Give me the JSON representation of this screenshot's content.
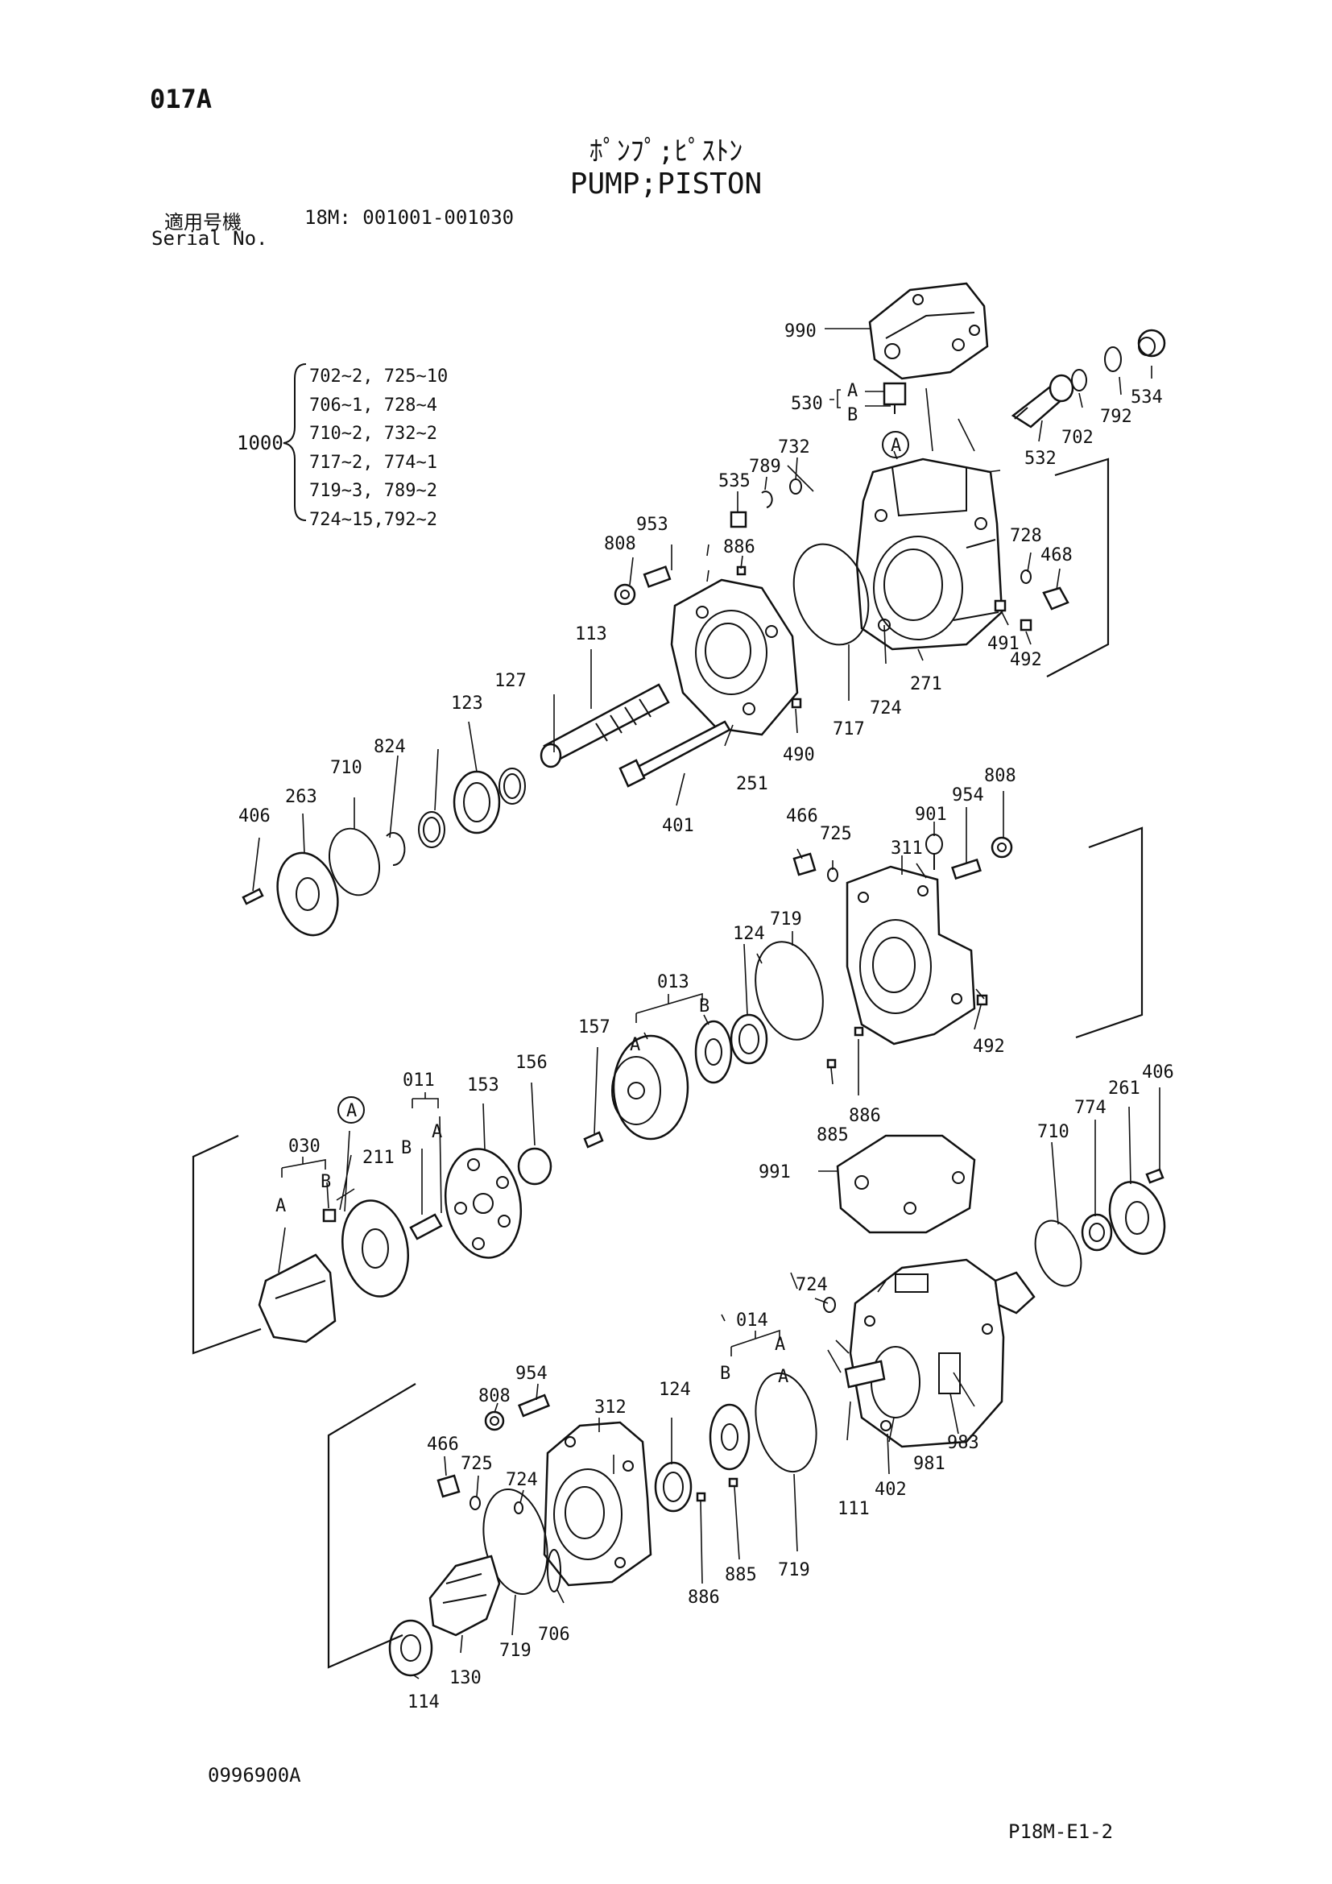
{
  "header": {
    "page_code": "017A",
    "title_jp": "ﾎﾟﾝﾌﾟ;ﾋﾟｽﾄﾝ",
    "title_en": "PUMP;PISTON",
    "serial_label": "適用号機",
    "serial_value": "18M: 001001-001030",
    "serial_label_en": "Serial No."
  },
  "kit": {
    "number": "1000",
    "lines": [
      "702~2, 725~10",
      "706~1, 728~4",
      "710~2, 732~2",
      "717~2, 774~1",
      "719~3, 789~2",
      "724~15,792~2"
    ]
  },
  "callouts": [
    "990",
    "530",
    "A",
    "B",
    "534",
    "792",
    "702",
    "532",
    "732",
    "789",
    "535",
    "953",
    "808",
    "886",
    "728",
    "468",
    "113",
    "127",
    "123",
    "824",
    "710",
    "263",
    "406",
    "490",
    "717",
    "724",
    "271",
    "491",
    "492",
    "251",
    "401",
    "466",
    "725",
    "901",
    "954",
    "808",
    "311",
    "719",
    "124",
    "013",
    "A",
    "B",
    "492",
    "157",
    "156",
    "153",
    "011",
    "A",
    "B",
    "885",
    "886",
    "A",
    "030",
    "A",
    "B",
    "211",
    "991",
    "406",
    "261",
    "774",
    "710",
    "724",
    "014",
    "A",
    "B",
    "954",
    "808",
    "312",
    "124",
    "466",
    "725",
    "724",
    "111",
    "402",
    "981",
    "983",
    "719",
    "885",
    "886",
    "719",
    "706",
    "114",
    "130",
    "A",
    "A"
  ],
  "footer": {
    "drawing_number": "0996900A",
    "page_ref": "P18M-E1-2"
  }
}
